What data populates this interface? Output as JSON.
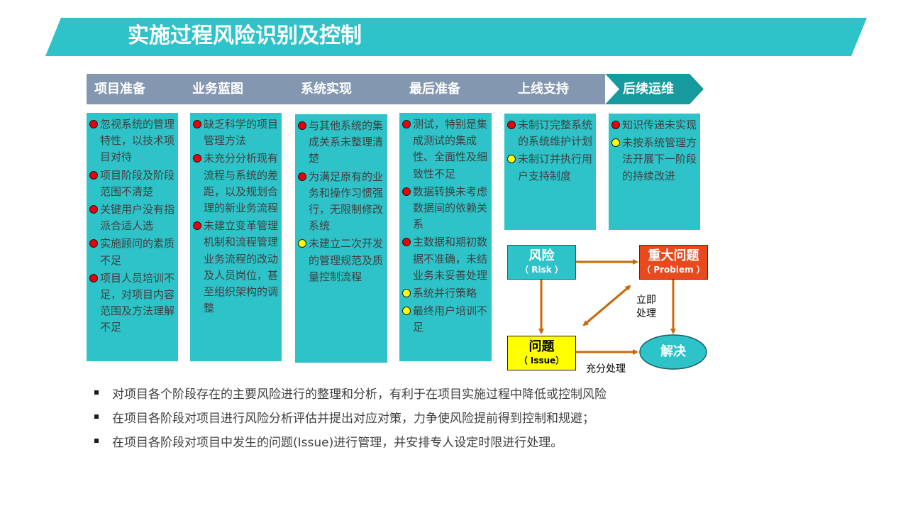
{
  "title": "实施过程风险识别及控制",
  "colors": {
    "banner": "#2ec3c9",
    "phase_bar": "#8497b0",
    "phase_active": "#169a9e",
    "column_bg": "#2ec3c9",
    "risk_box": "#2ec3c9",
    "problem_box": "#e8491d",
    "issue_box": "#ffff00",
    "resolve_ellipse": "#2ec3c9",
    "arrow": "#c96a0a"
  },
  "phases": [
    "项目准备",
    "业务蓝图",
    "系统实现",
    "最后准备",
    "上线支持",
    "后续运维"
  ],
  "columns": [
    {
      "items": [
        {
          "dot": "red",
          "text": "忽视系统的管理特性，以技术项目对待"
        },
        {
          "dot": "red",
          "text": "项目阶段及阶段范围不清楚"
        },
        {
          "dot": "red",
          "text": "关键用户没有指派合适人选"
        },
        {
          "dot": "red",
          "text": "实施顾问的素质不足"
        },
        {
          "dot": "red",
          "text": "项目人员培训不足，对项目内容范围及方法理解不足"
        }
      ]
    },
    {
      "items": [
        {
          "dot": "red",
          "text": "缺乏科学的项目管理方法"
        },
        {
          "dot": "red",
          "text": "未充分分析现有流程与系统的差距，以及规划合理的新业务流程"
        },
        {
          "dot": "red",
          "text": "未建立变革管理机制和流程管理业务流程的改动及人员岗位，甚至组织架构的调整"
        }
      ]
    },
    {
      "items": [
        {
          "dot": "red",
          "text": "与其他系统的集成关系未整理清楚"
        },
        {
          "dot": "red",
          "text": "为满足原有的业务和操作习惯强行，无限制修改系统"
        },
        {
          "dot": "yellow",
          "text": "未建立二次开发的管理规范及质量控制流程"
        }
      ]
    },
    {
      "items": [
        {
          "dot": "red",
          "text": "测试，特别是集成测试的集成性、全面性及细致性不足"
        },
        {
          "dot": "red",
          "text": "数据转换未考虑数据间的依赖关系"
        },
        {
          "dot": "red",
          "text": "主数据和期初数据不准确，未结业务未妥善处理"
        },
        {
          "dot": "yellow",
          "text": "系统并行策略"
        },
        {
          "dot": "yellow",
          "text": "最终用户培训不足"
        }
      ]
    },
    {
      "items": [
        {
          "dot": "red",
          "text": "未制订完整系统的系统维护计划"
        },
        {
          "dot": "yellow",
          "text": "未制订并执行用户支持制度"
        }
      ]
    },
    {
      "items": [
        {
          "dot": "red",
          "text": "知识传递未实现"
        },
        {
          "dot": "yellow",
          "text": "未按系统管理方法开展下一阶段的持续改进"
        }
      ]
    }
  ],
  "flow": {
    "risk": {
      "label": "风险",
      "sub": "（ Risk ）"
    },
    "problem": {
      "label": "重大问题",
      "sub": "（ Problem ）"
    },
    "issue": {
      "label": "问题",
      "sub": "（ Issue）"
    },
    "resolve": {
      "label": "解决"
    },
    "immediate_label": "立即处理",
    "full_label": "充分处理"
  },
  "bullets": [
    "对项目各个阶段存在的主要风险进行的整理和分析，有利于在项目实施过程中降低或控制风险",
    "在项目各阶段对项目进行风险分析评估并提出对应对策，力争使风险提前得到控制和规避；",
    "在项目各阶段对项目中发生的问题(Issue)进行管理，并安排专人设定时限进行处理。"
  ]
}
